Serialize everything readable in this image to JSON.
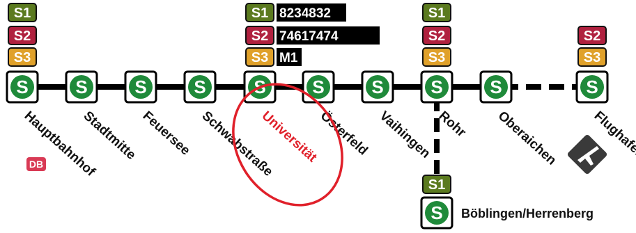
{
  "colors": {
    "s1": "#5b7a1f",
    "s2": "#b0213f",
    "s3": "#e0a12a",
    "sbahn_green": "#1f8a3a",
    "track": "#000000",
    "highlight_ring": "#e0202a",
    "highlight_text": "#e0202a",
    "db_badge": "#d93a55"
  },
  "line_badges": {
    "s1": "S1",
    "s2": "S2",
    "s3": "S3"
  },
  "service_numbers": {
    "s1": "8234832",
    "s2": "74617474",
    "s3": "M1"
  },
  "stations": [
    {
      "id": "hauptbahnhof",
      "name": "Hauptbahnhof",
      "lines": [
        "s1",
        "s2",
        "s3"
      ],
      "db_badge": "DB"
    },
    {
      "id": "stadtmitte",
      "name": "Stadtmitte",
      "lines": []
    },
    {
      "id": "feuersee",
      "name": "Feuersee",
      "lines": []
    },
    {
      "id": "schwabstrasse",
      "name": "Schwabstraße",
      "lines": []
    },
    {
      "id": "universitaet",
      "name": "Universität",
      "lines": [
        "s1",
        "s2",
        "s3"
      ],
      "highlighted": true
    },
    {
      "id": "oesterfeld",
      "name": "Österfeld",
      "lines": []
    },
    {
      "id": "vaihingen",
      "name": "Vaihingen",
      "lines": []
    },
    {
      "id": "rohr",
      "name": "Rohr",
      "lines": [
        "s1",
        "s2",
        "s3"
      ]
    },
    {
      "id": "oberaichen",
      "name": "Oberaichen",
      "lines": []
    },
    {
      "id": "flughafen",
      "name": "Flughafen",
      "lines": [
        "s2",
        "s3"
      ],
      "icon": "airplane-icon"
    }
  ],
  "branch": {
    "from": "rohr",
    "lines": [
      "s1"
    ],
    "station_name": "Böblingen/Herrenberg"
  },
  "sbahn_symbol": "S",
  "db_label": "DB"
}
